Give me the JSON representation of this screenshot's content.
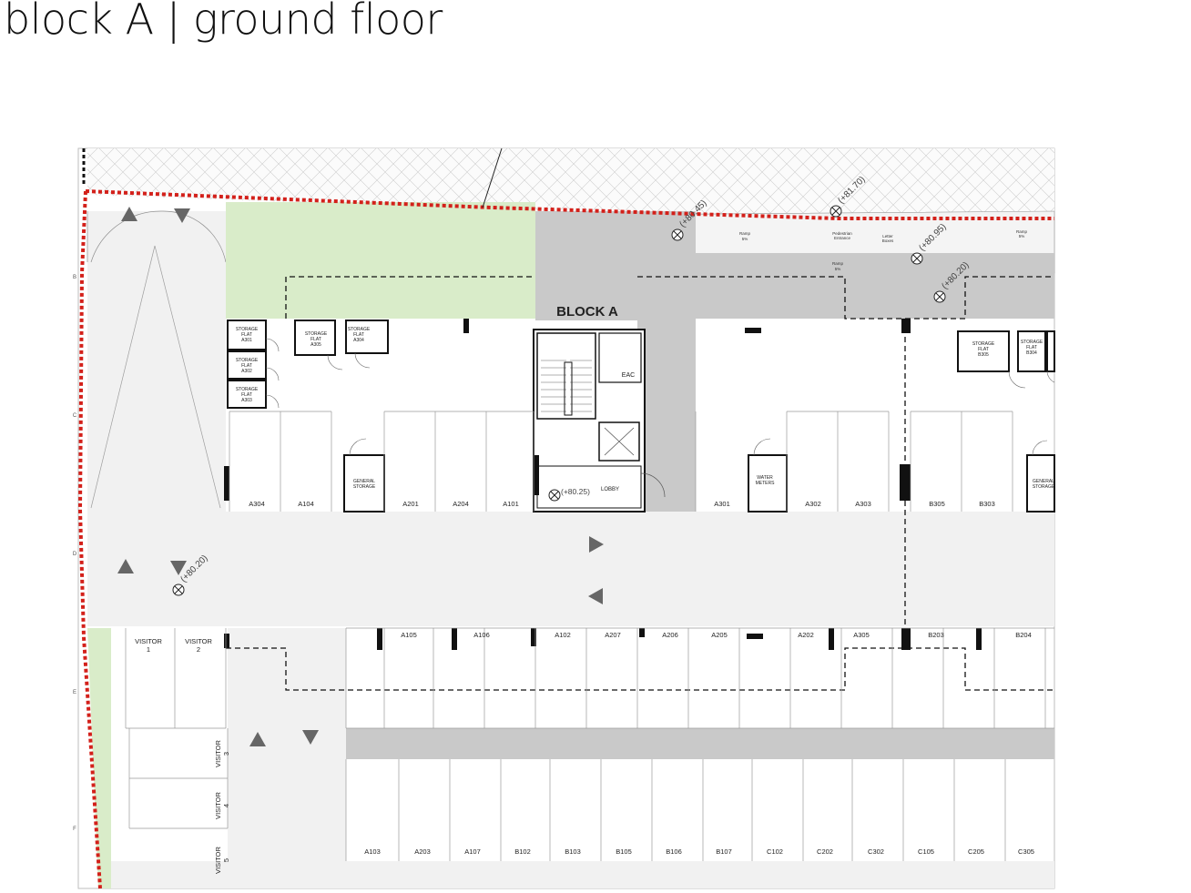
{
  "title": "block A | ground floor",
  "block_label": "BLOCK A",
  "levels": {
    "top_left": "(+80.45)",
    "top_mid": "(+81.70)",
    "top_right": "(+80.95)",
    "right": "(+80.20)",
    "left_road": "(+80.20)",
    "lobby": "(+80.25)"
  },
  "rooms": {
    "lobby": "LOBBY",
    "eac": "EAC",
    "general_storage": [
      "GENERAL",
      "STORAGE"
    ],
    "general_storage_right": [
      "GENERAL",
      "STORAGE"
    ],
    "water_meters": [
      "WATER",
      "METERS"
    ]
  },
  "storage_units": [
    {
      "l1": "STORAGE",
      "l2": "FLAT",
      "l3": "A301"
    },
    {
      "l1": "STORAGE",
      "l2": "FLAT",
      "l3": "A302"
    },
    {
      "l1": "STORAGE",
      "l2": "FLAT",
      "l3": "A303"
    },
    {
      "l1": "STORAGE",
      "l2": "FLAT",
      "l3": "A305"
    },
    {
      "l1": "STORAGE",
      "l2": "FLAT",
      "l3": "A304"
    },
    {
      "l1": "STORAGE",
      "l2": "FLAT",
      "l3": "B305"
    },
    {
      "l1": "STORAGE",
      "l2": "FLAT",
      "l3": "B304"
    }
  ],
  "ramp_labels": {
    "ramp1": "Ramp",
    "ramp1_pct": "5%",
    "ramp2": "Ramp",
    "ramp2_pct": "5%",
    "ramp3": "Ramp",
    "ramp3_pct": "5%",
    "ped1": "Pedestrian",
    "ped2": "Entrance",
    "letter1": "Letter",
    "letter2": "Boxes"
  },
  "parking_row1": [
    "A304",
    "A104",
    "A201",
    "A204",
    "A101",
    "A301",
    "A302",
    "A303",
    "B305",
    "B303"
  ],
  "parking_row2": [
    "A105",
    "A106",
    "A102",
    "A207",
    "A206",
    "A205",
    "A202",
    "A305",
    "B203",
    "B204"
  ],
  "parking_row3": [
    "A103",
    "A203",
    "A107",
    "B102",
    "B103",
    "B105",
    "B106",
    "B107",
    "C102",
    "C202",
    "C302",
    "C105",
    "C205",
    "C305"
  ],
  "visitors": [
    {
      "label": "VISITOR",
      "num": "1"
    },
    {
      "label": "VISITOR",
      "num": "2"
    },
    {
      "label": "VISITOR",
      "num": "3"
    },
    {
      "label": "VISITOR",
      "num": "4"
    },
    {
      "label": "VISITOR",
      "num": "5"
    }
  ],
  "grid_letters": [
    "B",
    "C",
    "D",
    "E",
    "F"
  ]
}
